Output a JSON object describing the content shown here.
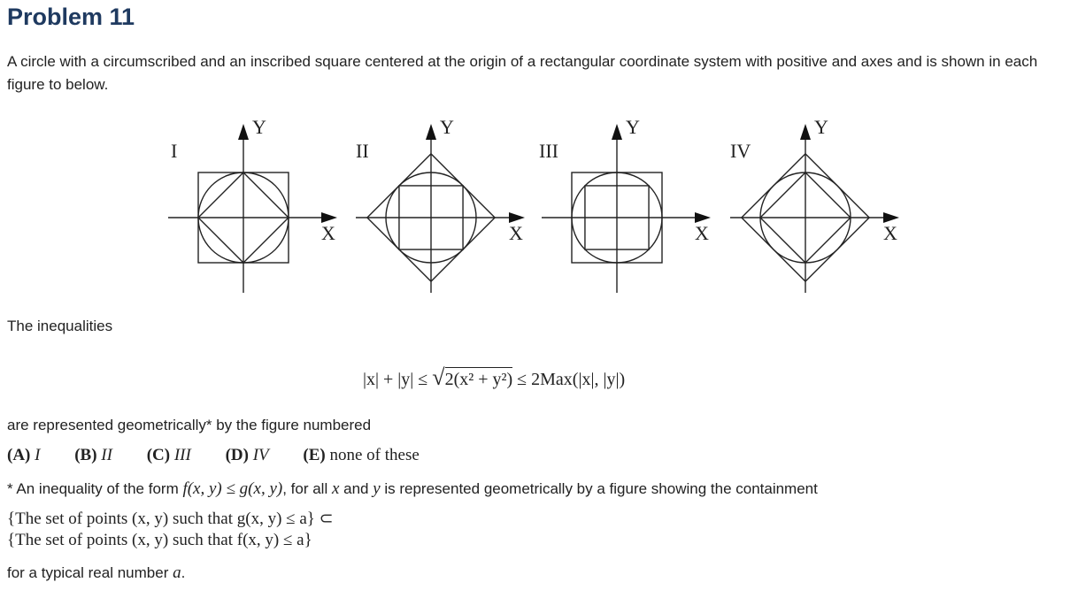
{
  "title": "Problem 11",
  "intro": "A circle with a circumscribed and an inscribed square centered at the origin of a rectangular coordinate system with positive and axes and is shown in each figure to below.",
  "figures": [
    {
      "label": "I",
      "x_axis": "X",
      "y_axis": "Y"
    },
    {
      "label": "II",
      "x_axis": "X",
      "y_axis": "Y"
    },
    {
      "label": "III",
      "x_axis": "X",
      "y_axis": "Y"
    },
    {
      "label": "IV",
      "x_axis": "X",
      "y_axis": "Y"
    }
  ],
  "inequalities_intro": "The inequalities",
  "formula": {
    "left": "|x| + |y| ≤ ",
    "sqrt_content": "2(x² + y²)",
    "right": " ≤ 2Max(|x|, |y|)"
  },
  "represented_text": "are represented geometrically* by the figure numbered",
  "choices": [
    {
      "letter": "(A)",
      "text": "I"
    },
    {
      "letter": "(B)",
      "text": "II"
    },
    {
      "letter": "(C)",
      "text": "III"
    },
    {
      "letter": "(D)",
      "text": "IV"
    },
    {
      "letter": "(E)",
      "text": "none of these"
    }
  ],
  "footnote": {
    "a": "* An inequality of the form ",
    "f": "f(x, y) ≤ g(x, y)",
    "b": ", for all ",
    "x": "x",
    "c": " and ",
    "y": "y",
    "d": " is represented geometrically by a figure showing the containment"
  },
  "set_line_1": "{The set of points (x, y) such that g(x, y) ≤ a} ⊂",
  "set_line_2": "{The set of points (x, y) such that f(x, y) ≤ a}",
  "closing": {
    "text": "for a typical real number ",
    "var": "a",
    "end": "."
  }
}
